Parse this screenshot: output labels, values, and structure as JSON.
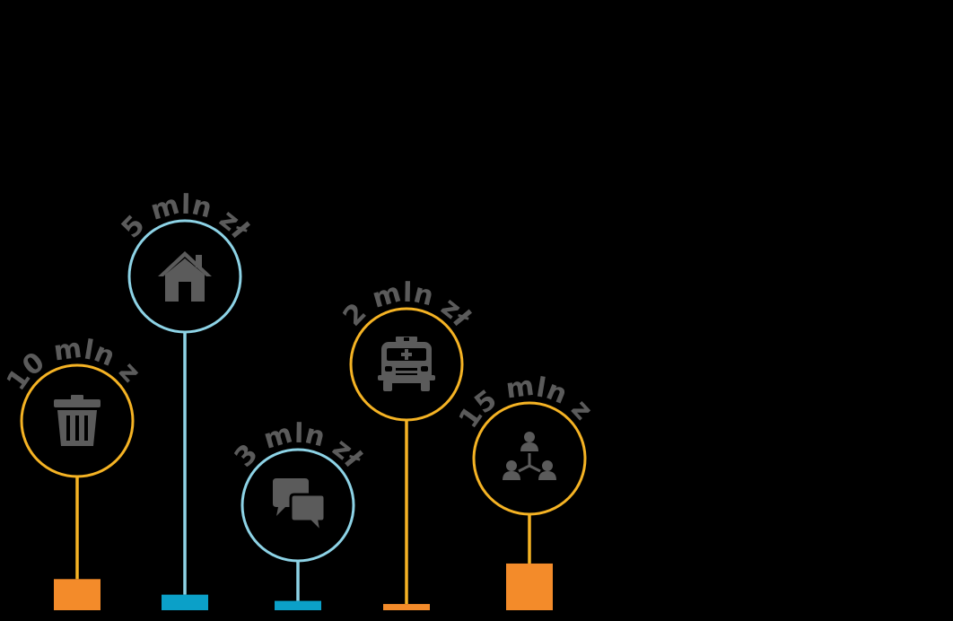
{
  "chart_data": {
    "type": "bar",
    "categories": [
      "waste",
      "housing",
      "communication",
      "ambulance",
      "community"
    ],
    "values": [
      10,
      5,
      3,
      2,
      15
    ],
    "value_labels": [
      "10 mln zł",
      "5 mln zł",
      "3 mln zł",
      "2 mln zł",
      "15 mln zł"
    ],
    "icons": [
      "trash-icon",
      "house-icon",
      "speech-bubbles-icon",
      "ambulance-icon",
      "network-people-icon"
    ],
    "ring_colors": [
      "#f5b324",
      "#8dd3e6",
      "#8dd3e6",
      "#f5b324",
      "#f5b324"
    ],
    "bar_colors": [
      "#f38b2a",
      "#0ba0c8",
      "#0ba0c8",
      "#f38b2a",
      "#f38b2a"
    ],
    "title": "",
    "xlabel": "",
    "ylabel": "",
    "ylim": [
      0,
      15
    ],
    "grid": false,
    "legend": "none"
  },
  "colors": {
    "background": "#000000",
    "icon": "#5b5b5b",
    "label": "#5b5b5b"
  }
}
